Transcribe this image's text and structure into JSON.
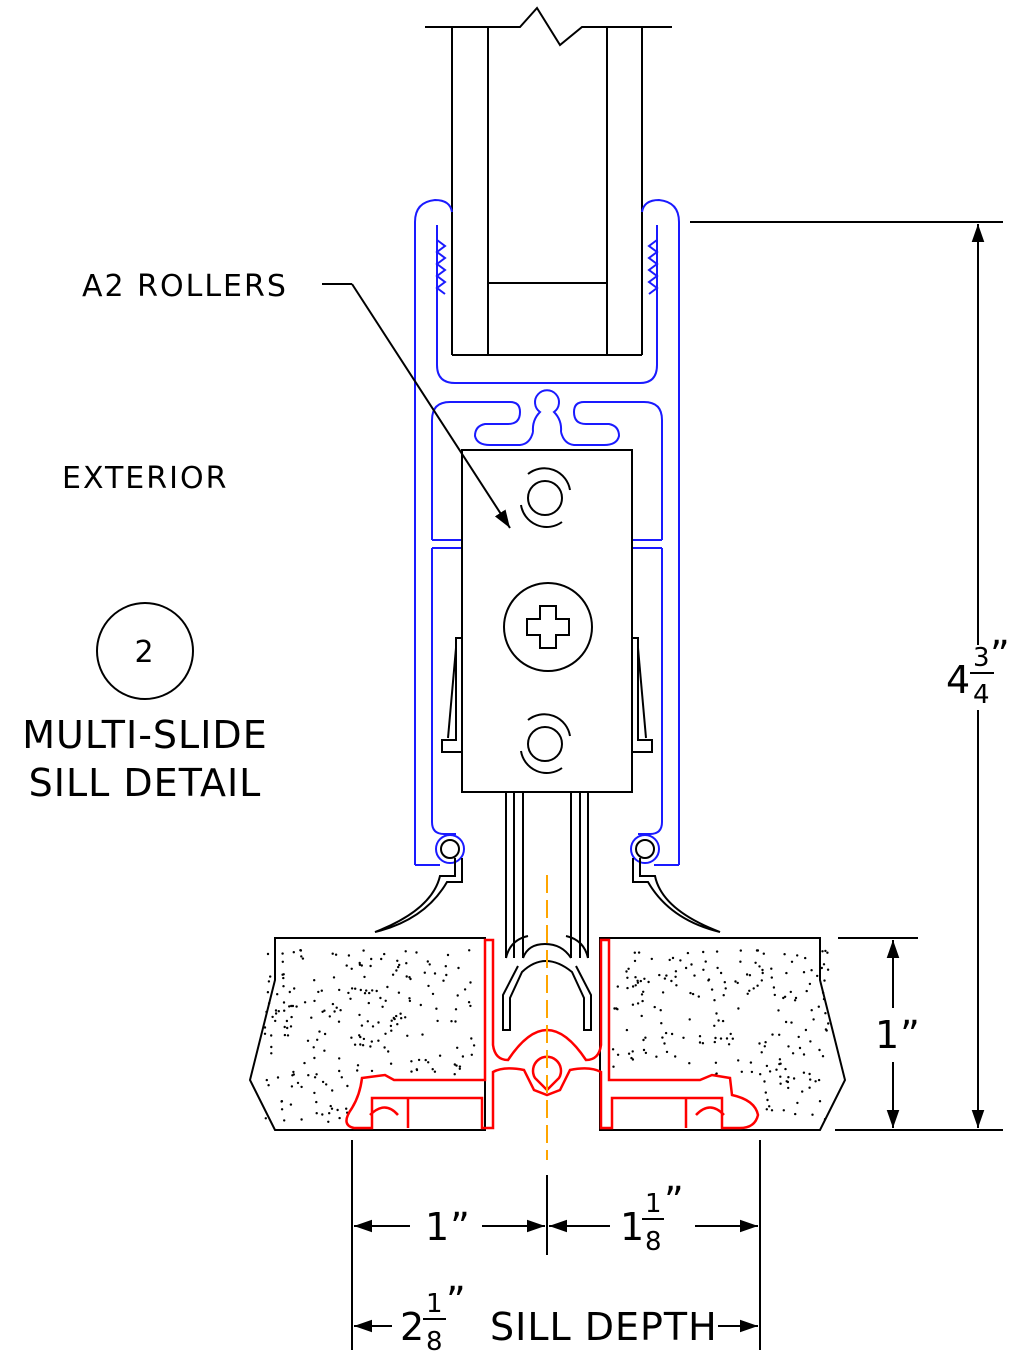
{
  "labels": {
    "rollers": "A2 ROLLERS",
    "exterior": "EXTERIOR",
    "detail_number": "2",
    "title_line1": "MULTI-SLIDE",
    "title_line2": "SILL DETAIL"
  },
  "dimensions": {
    "overall_height": {
      "whole": "4",
      "num": "3",
      "den": "4",
      "mark": "”"
    },
    "sill_height": {
      "text": "1”"
    },
    "left_width": {
      "text": "1”"
    },
    "right_width": {
      "whole": "1",
      "num": "1",
      "den": "8",
      "mark": "”"
    },
    "sill_depth": {
      "whole": "2",
      "num": "1",
      "den": "8",
      "mark": "”",
      "caption": "SILL DEPTH"
    }
  },
  "colors": {
    "line": "#000000",
    "frame": "#1a1aff",
    "sill_track": "#ff0000",
    "centerline": "#ffa500"
  }
}
